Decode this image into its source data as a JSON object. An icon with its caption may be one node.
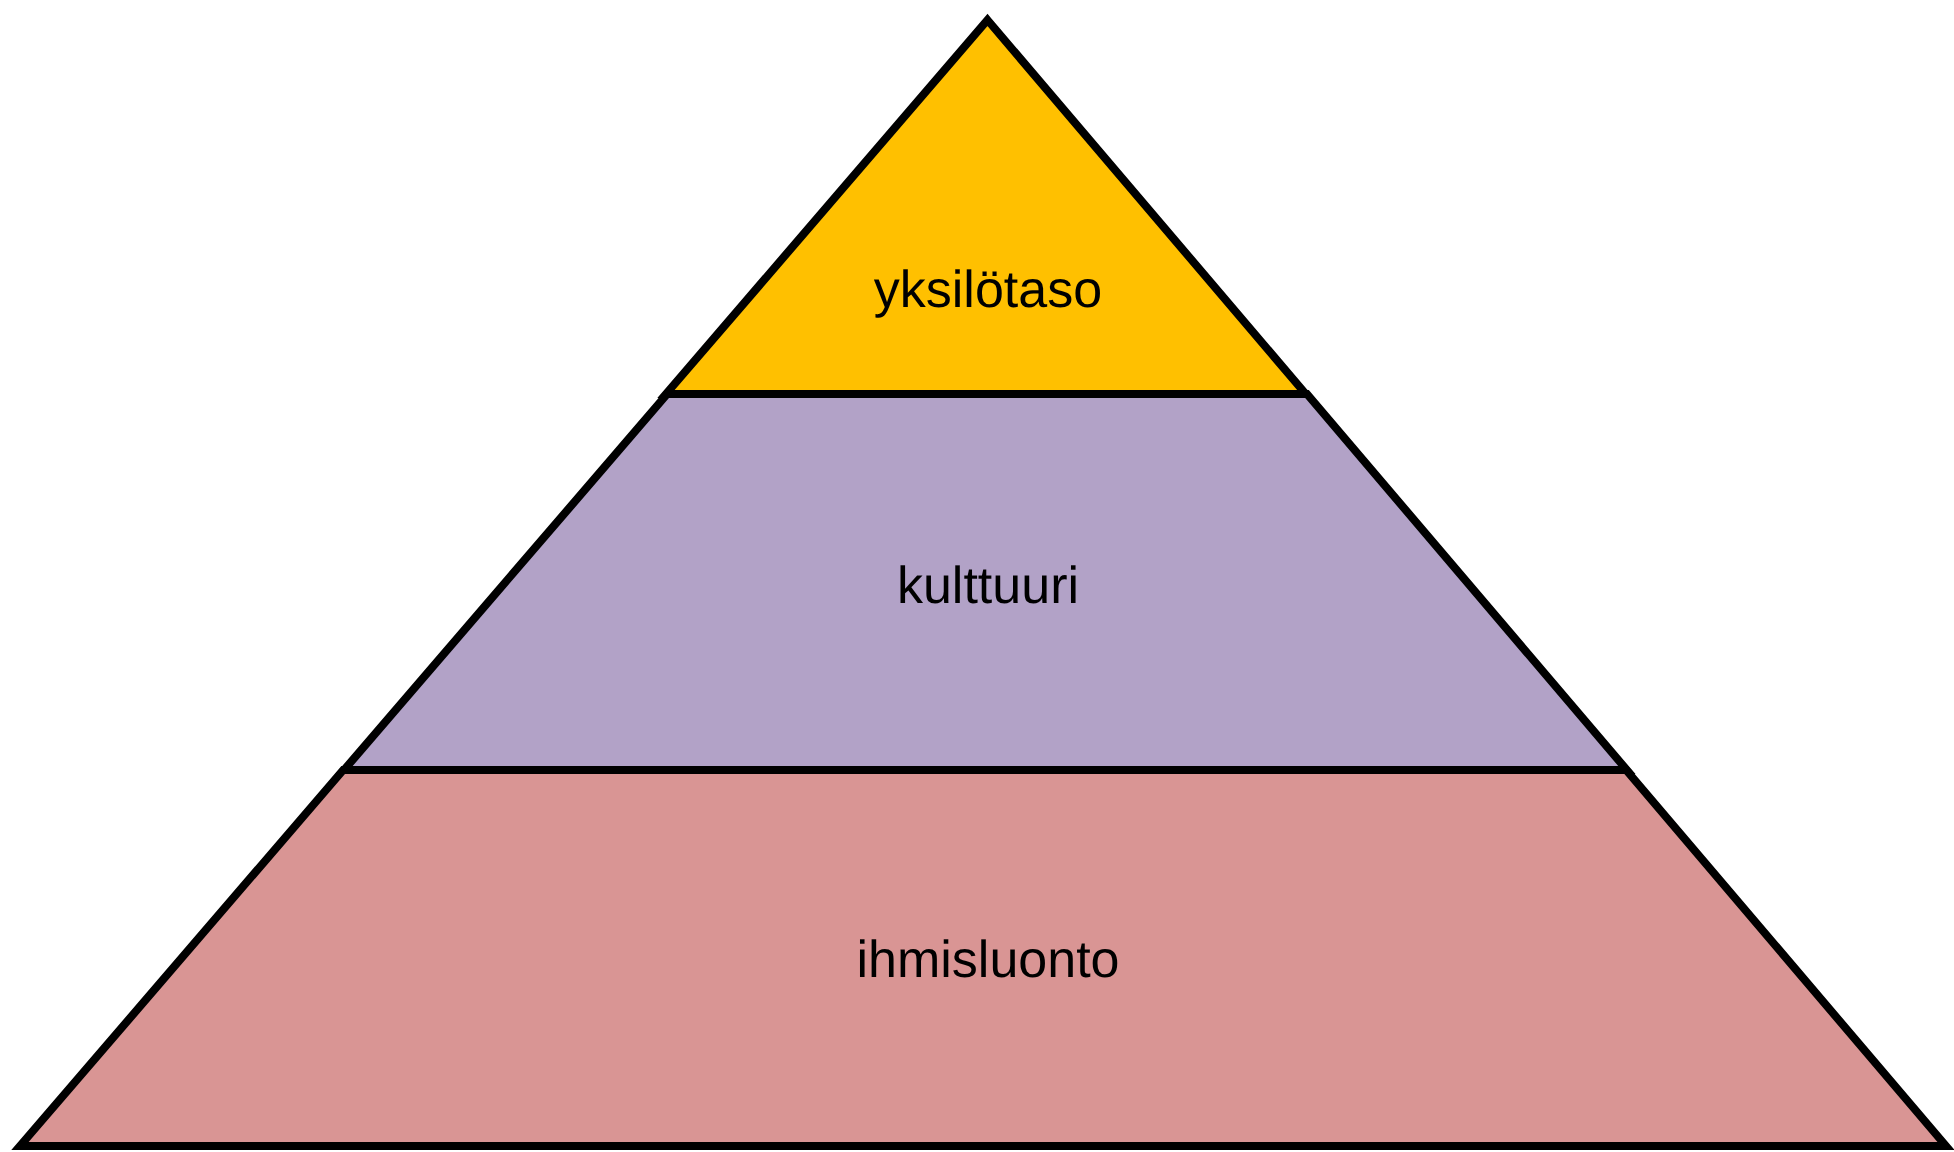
{
  "diagram": {
    "nodes": [
      {
        "text": [
          "yksilötaso"
        ]
      },
      {
        "text": [
          "kulttuuri"
        ]
      },
      {
        "text": [
          "ihmisluonto"
        ]
      }
    ]
  }
}
